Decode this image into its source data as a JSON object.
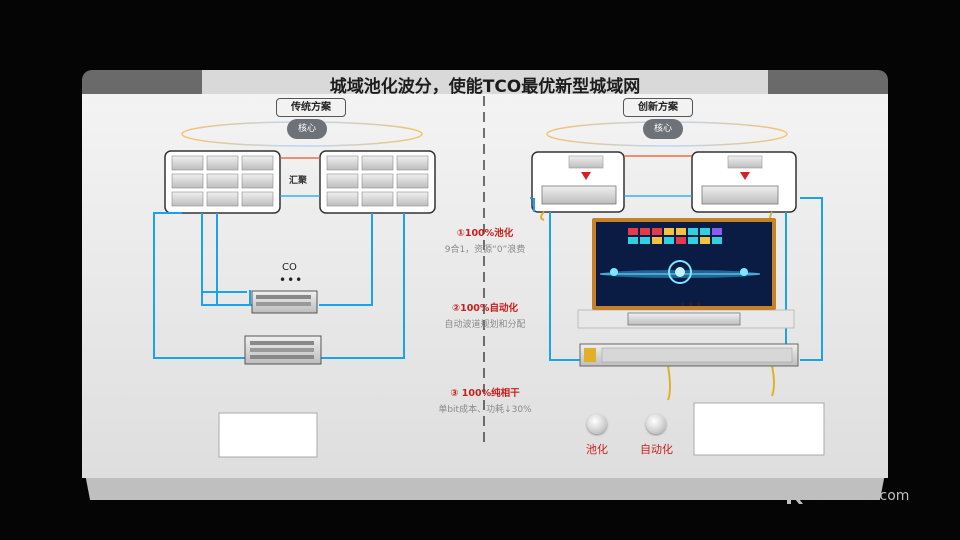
{
  "title": "城域池化波分，使能TCO最优新型城域网",
  "left": {
    "label": "传统方案",
    "core_label": "核心",
    "aggregation_label": "汇聚",
    "co_label": "CO",
    "co_dots": "•••"
  },
  "right": {
    "label": "创新方案",
    "core_label": "核心",
    "screen_dots": "•••"
  },
  "benefits": [
    {
      "heading": "①100%池化",
      "sub": "9合1，资源“0”浪费"
    },
    {
      "heading": "②100%自动化",
      "sub": "自动波道规划和分配"
    },
    {
      "heading": "③ 100%纯相干",
      "sub": "单bit成本、功耗↓30%"
    }
  ],
  "knobs": [
    {
      "label": "池化"
    },
    {
      "label": "自动化"
    }
  ],
  "watermark": "ReleBook.com",
  "colors": {
    "accent_red": "#c9201e",
    "link_blue": "#1aa3ea",
    "fiber_yellow": "#e0b02a",
    "core_grey": "#6d7178",
    "board": "#ececec"
  }
}
